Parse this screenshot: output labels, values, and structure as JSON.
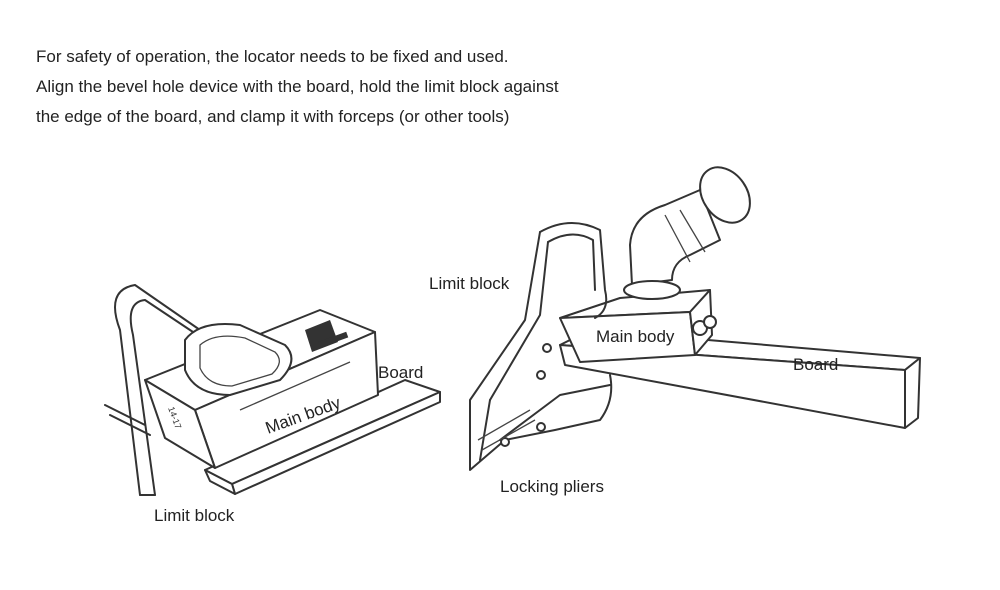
{
  "instructions": {
    "line1": "For safety of operation, the locator needs to be fixed and used.",
    "line2": "Align the bevel hole device with the board, hold the limit block against",
    "line3": "the edge of the board, and clamp it with forceps (or other tools)"
  },
  "left_figure": {
    "label_board": "Board",
    "label_main_body": "Main body",
    "label_limit_block": "Limit block"
  },
  "right_figure": {
    "label_limit_block": "Limit block",
    "label_main_body": "Main body",
    "label_board": "Board",
    "label_locking_pliers": "Locking pliers"
  }
}
